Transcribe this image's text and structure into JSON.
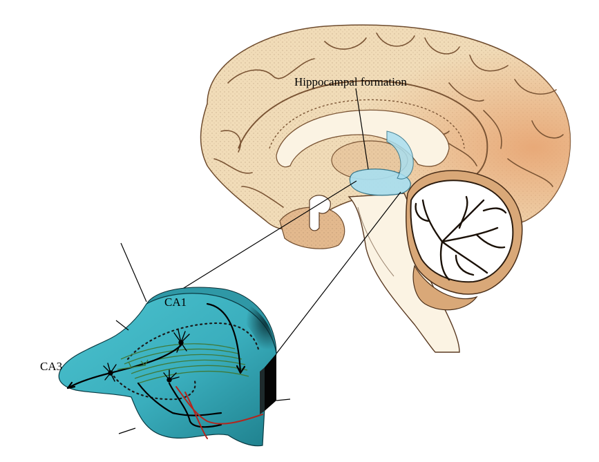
{
  "labels": {
    "hippocampal_formation": "Hippocampal formation",
    "ca1": "CA1",
    "ca3": "CA3"
  },
  "colors": {
    "cortex": "#f1dcb8",
    "cortex_dark": "#d9a878",
    "cortex_orange": "#e8a978",
    "hippocampus_highlight": "#a9dff0",
    "inset_fill": "#3fb6c4",
    "inset_dark": "#0f3b44",
    "pathway_green": "#3f7a3a",
    "pathway_red": "#b3261e"
  }
}
